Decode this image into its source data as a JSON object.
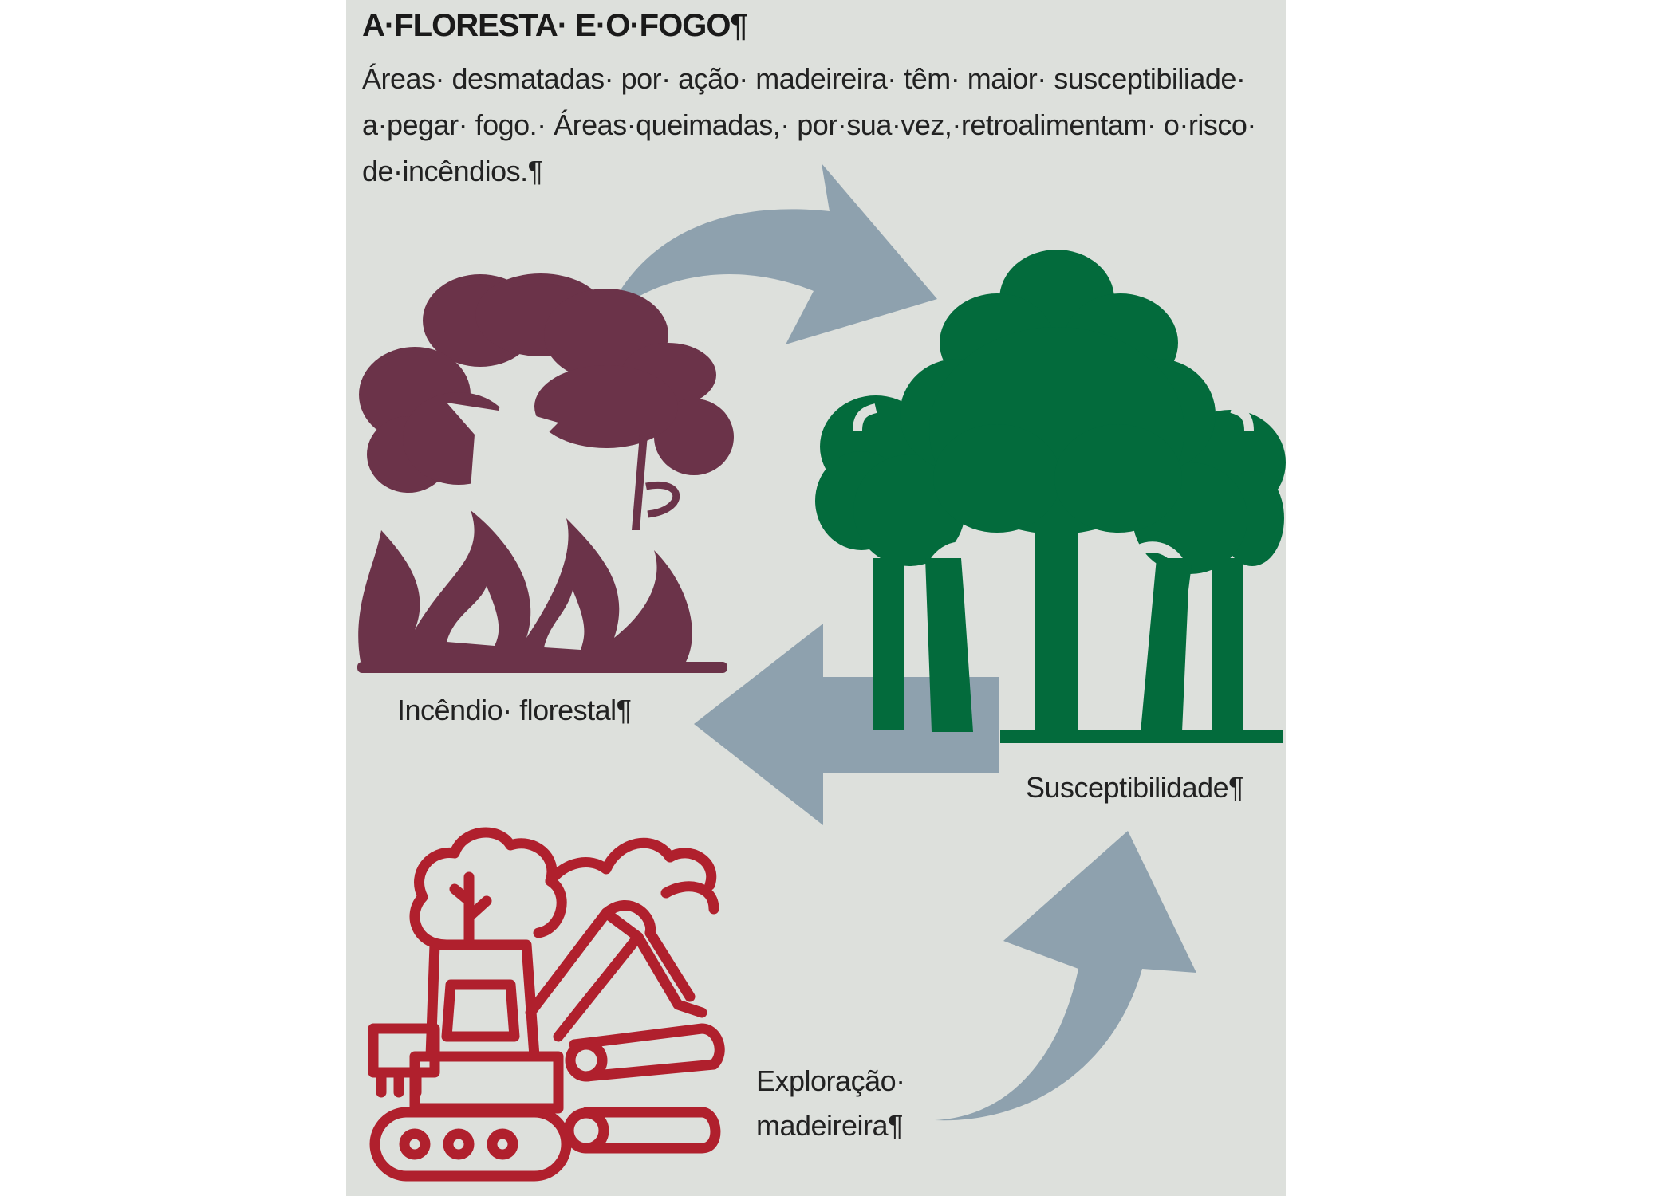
{
  "header": {
    "title": "A·FLORESTA· E·O·FOGO¶",
    "subtitle": "Áreas· desmatadas·  por· ação· madeireira· têm· maior· susceptibiliade· a·pegar· fogo.· Áreas·queimadas,·  por·sua·vez,·retroalimentam· o·risco· de·incêndios.¶"
  },
  "nodes": {
    "fire": {
      "label": "Incêndio· florestal¶",
      "icon": "burning-tree-icon"
    },
    "susceptibility": {
      "label": "Susceptibilidade¶",
      "icon": "trees-icon"
    },
    "logging": {
      "label": "Exploração· madeireira¶",
      "icon": "logging-machine-icon"
    }
  },
  "arrows": [
    {
      "from": "fire",
      "to": "susceptibility",
      "icon": "curved-arrow-icon"
    },
    {
      "from": "susceptibility",
      "to": "fire",
      "icon": "left-arrow-icon"
    },
    {
      "from": "logging",
      "to": "susceptibility",
      "icon": "curved-up-arrow-icon"
    }
  ],
  "colors": {
    "background": "#dde0dc",
    "fire_icon": "#6b3349",
    "tree_icon": "#036b3c",
    "logging_icon": "#b0202d",
    "arrow": "#8ea1ae"
  }
}
